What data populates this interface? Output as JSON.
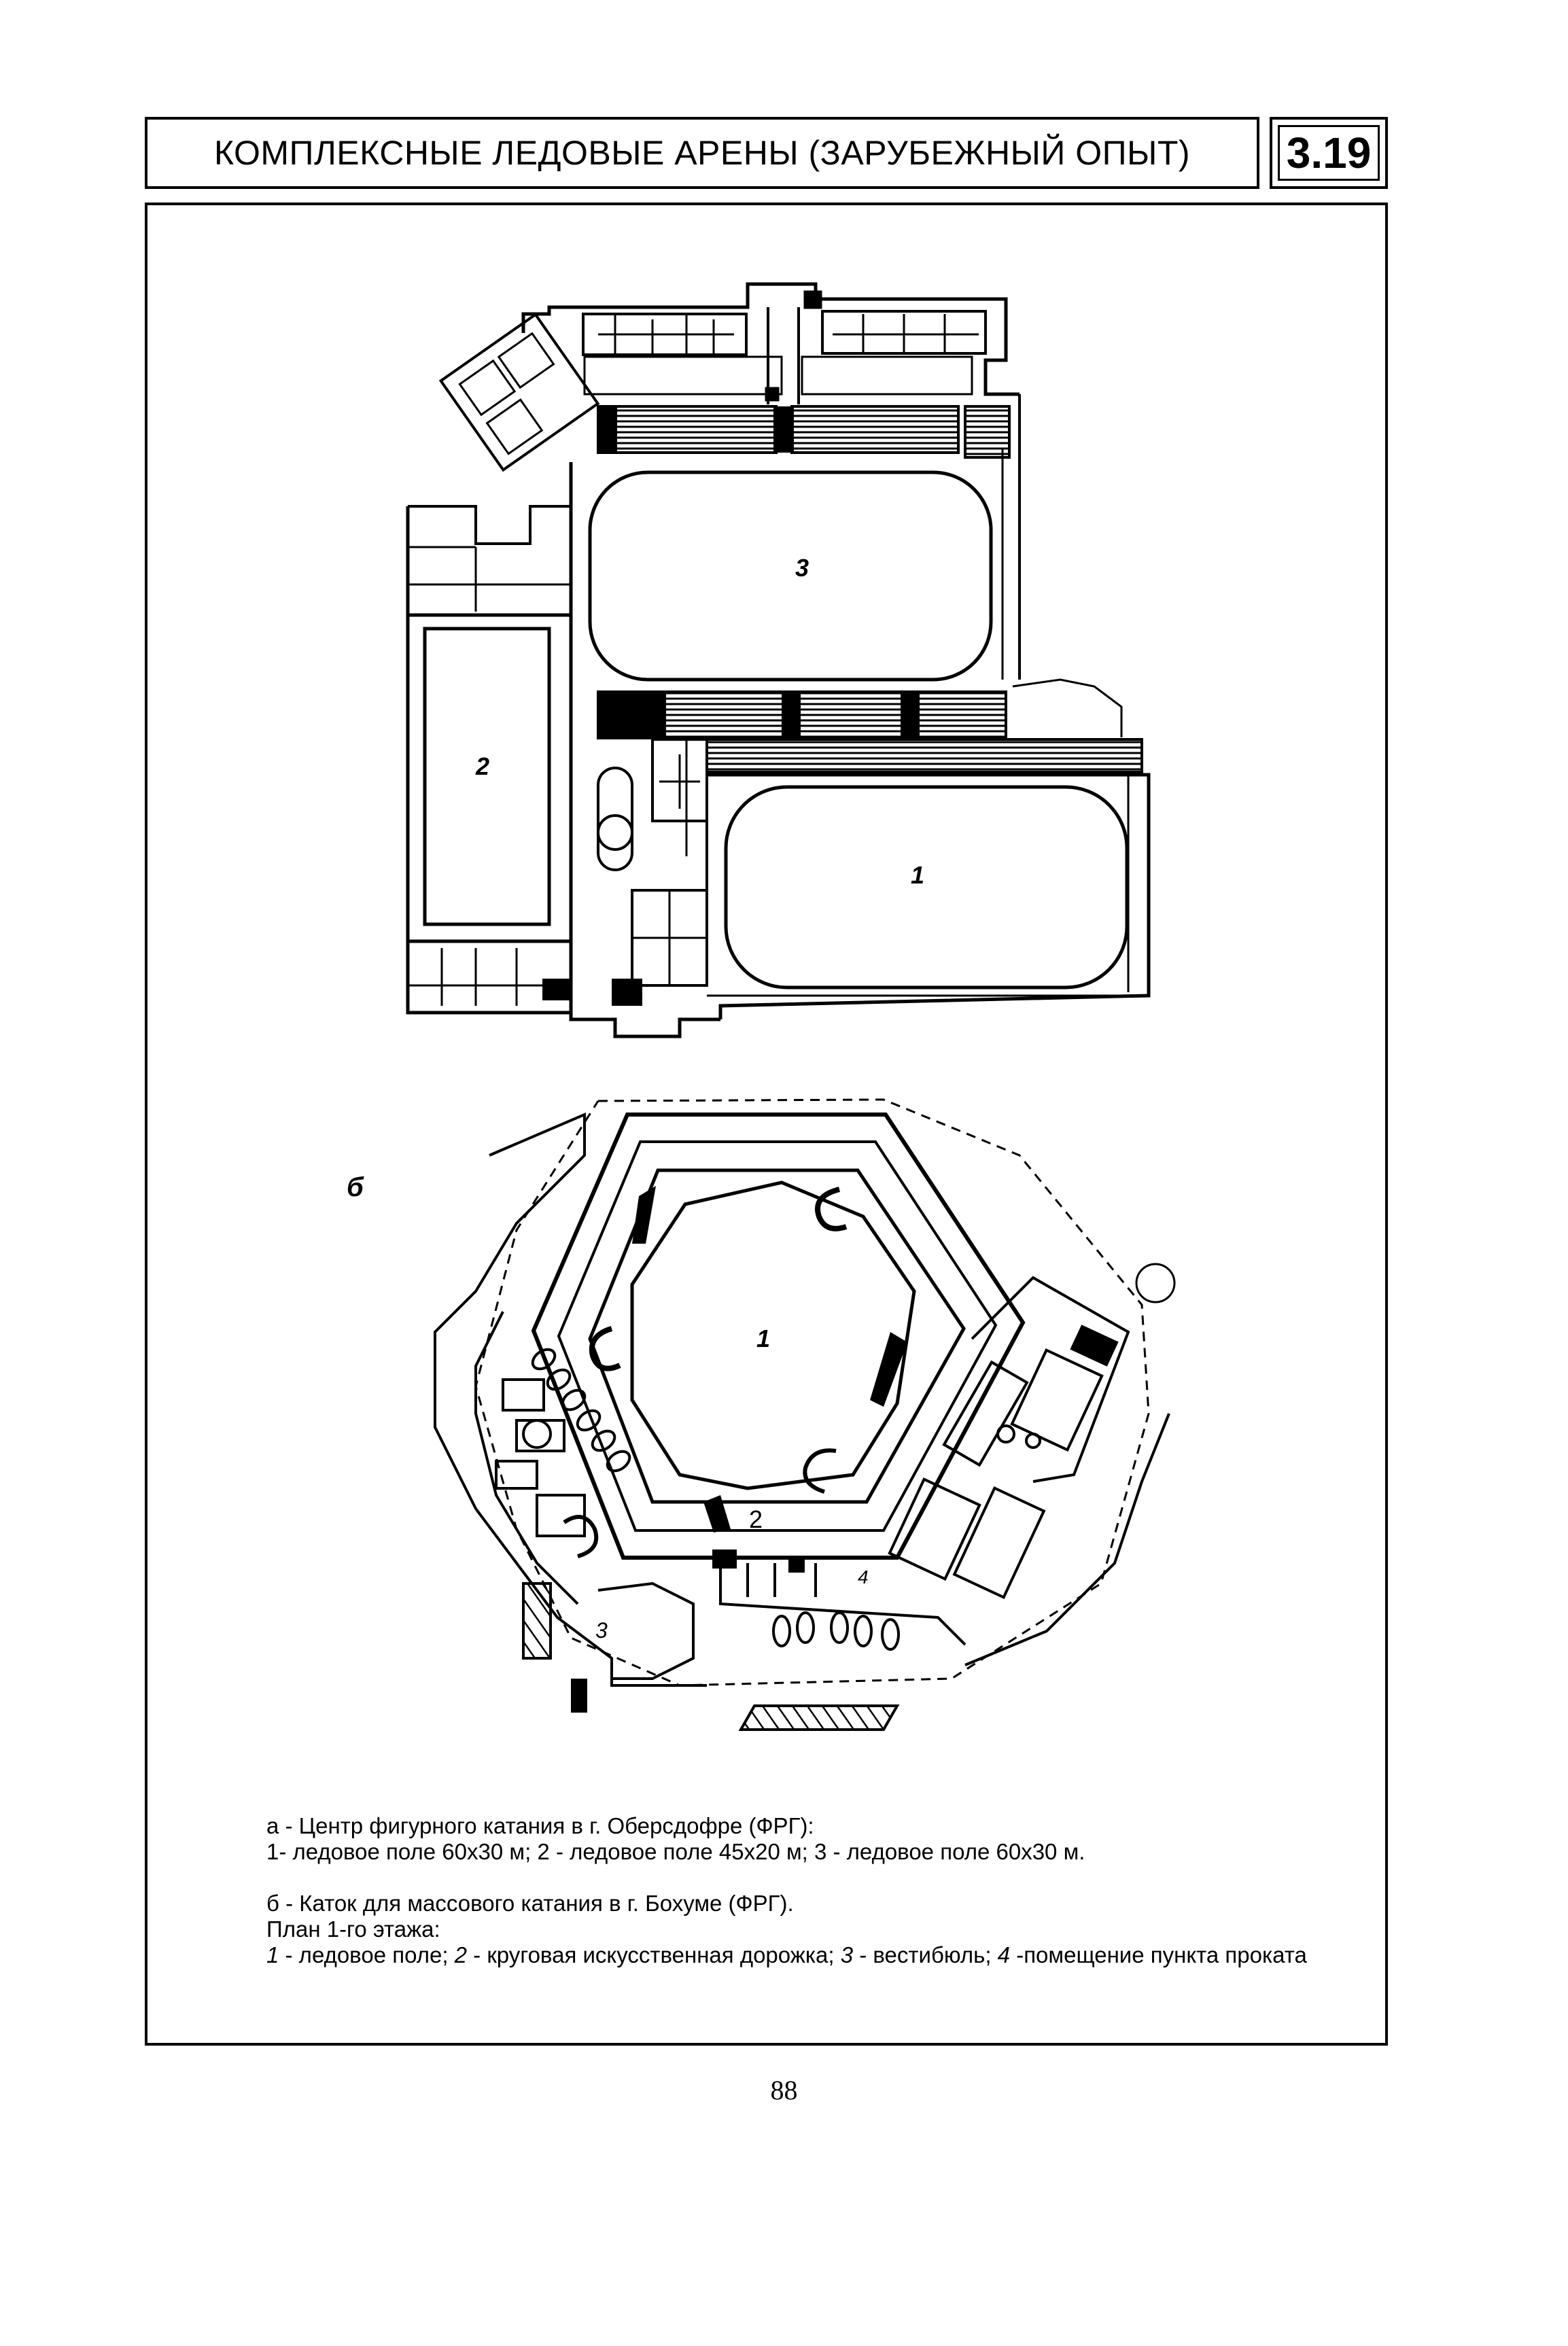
{
  "header": {
    "title": "КОМПЛЕКСНЫЕ ЛЕДОВЫЕ АРЕНЫ (ЗАРУБЕЖНЫЙ ОПЫТ)",
    "section_number": "3.19"
  },
  "plan_a": {
    "rink_labels": [
      "3",
      "2",
      "1"
    ]
  },
  "plan_b": {
    "letter": "б",
    "labels": [
      "1",
      "2",
      "3",
      "4"
    ]
  },
  "caption": {
    "a_title": "а - Центр фигурного катания в г. Оберсдофре (ФРГ):",
    "a_items": "1- ледовое поле 60х30 м; 2 - ледовое поле 45х20 м; 3 - ледовое поле 60х30 м.",
    "b_title": "б - Каток для массового катания в г. Бохуме (ФРГ).",
    "b_subtitle": "План 1-го этажа:",
    "b_items": [
      {
        "num": "1",
        "text": " - ледовое поле; "
      },
      {
        "num": "2",
        "text": " - круговая искусственная дорожка; "
      },
      {
        "num": "3",
        "text": " - вестибюль; "
      },
      {
        "num": "4",
        "text": " -помещение пункта проката"
      }
    ]
  },
  "page_number": "88"
}
